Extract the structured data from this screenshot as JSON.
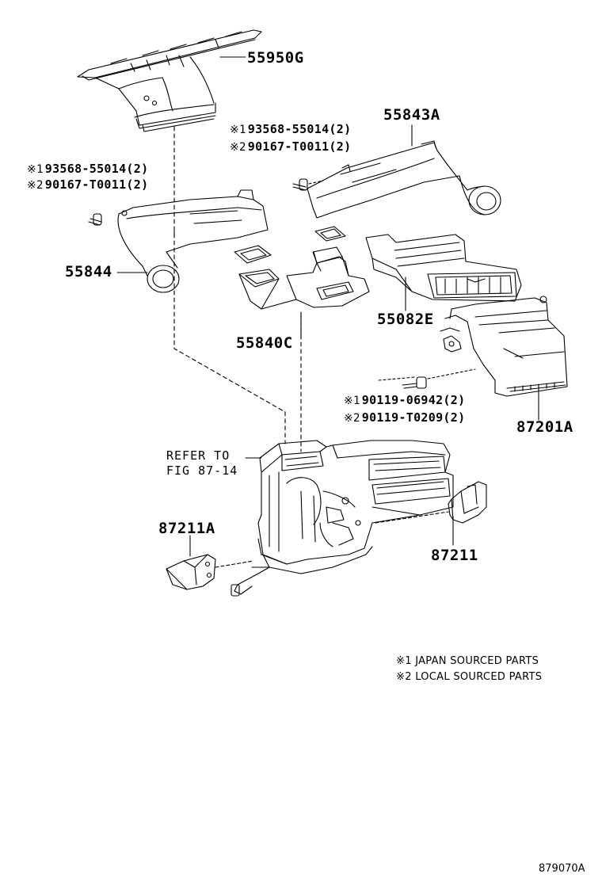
{
  "parts": {
    "p55950G": "55950G",
    "p55843A": "55843A",
    "p55844": "55844",
    "p55840C": "55840C",
    "p55082E": "55082E",
    "p87201A": "87201A",
    "p87211A": "87211A",
    "p87211": "87211"
  },
  "callouts": {
    "top_right": [
      {
        "mark": "※1",
        "text": "93568-55014(2)"
      },
      {
        "mark": "※2",
        "text": "90167-T0011(2)"
      }
    ],
    "left": [
      {
        "mark": "※1",
        "text": "93568-55014(2)"
      },
      {
        "mark": "※2",
        "text": "90167-T0011(2)"
      }
    ],
    "mid_right": [
      {
        "mark": "※1",
        "text": "90119-06942(2)"
      },
      {
        "mark": "※2",
        "text": "90119-T0209(2)"
      }
    ]
  },
  "refer": {
    "line1": "REFER TO",
    "line2": "FIG 87-14"
  },
  "legend": {
    "line1": "※1 JAPAN SOURCED PARTS",
    "line2": "※2 LOCAL SOURCED PARTS"
  },
  "figure_number": "879070A"
}
